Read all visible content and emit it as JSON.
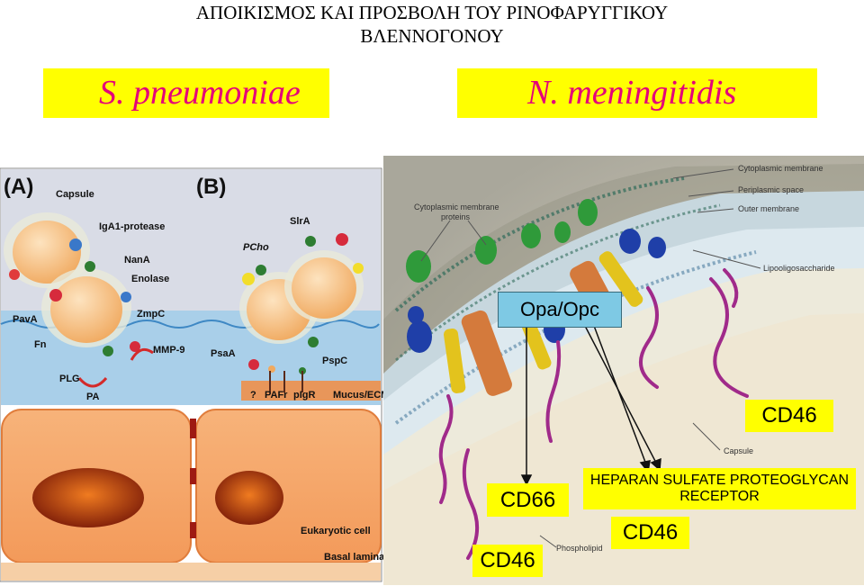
{
  "header": {
    "title_line1": "ΑΠΟΙΚΙΣΜΟΣ ΚΑΙ  ΠΡΟΣΒΟΛΗ ΤΟΥ ΡΙΝΟΦΑΡΥΓΓΙΚΟΥ",
    "title_line2": "ΒΛΕΝΝΟΓΟΝΟΥ"
  },
  "organisms": {
    "left": "S. pneumoniae",
    "right": "N. meningitidis"
  },
  "left_figure": {
    "panel_a": "(A)",
    "panel_b": "(B)",
    "labels": {
      "capsule": "Capsule",
      "iga1": "IgA1-protease",
      "nana": "NanA",
      "enolase": "Enolase",
      "zmpc": "ZmpC",
      "pava": "PavA",
      "fn": "Fn",
      "mmp9": "MMP-9",
      "plg": "PLG",
      "pa": "PA",
      "slra": "SlrA",
      "pcho": "PCho",
      "psaa": "PsaA",
      "pspc": "PspC",
      "q": "?",
      "pafr": "PAFr",
      "pigr": "pIgR",
      "mucus": "Mucus/ECM",
      "eukaryotic": "Eukaryotic cell",
      "basal": "Basal lamina"
    }
  },
  "right_figure": {
    "labels": {
      "cyto_membrane": "Cytoplasmic membrane",
      "periplasmic": "Periplasmic space",
      "outer_membrane": "Outer membrane",
      "lipooligo": "Lipooligosaccharide",
      "cyto_proteins_1": "Cytoplasmic membrane",
      "cyto_proteins_2": "proteins",
      "capsule": "Capsule",
      "phospholipid": "Phospholipid"
    },
    "callouts": {
      "opa_opc": "Opa/Opc",
      "cd46_top": "CD46",
      "cd66": "CD66",
      "hspg_1": "HEPARAN SULFATE PROTEOGLYCAN",
      "hspg_2": "RECEPTOR",
      "cd46_bottom_left": "CD46",
      "cd46_bottom_mid": "CD46"
    }
  },
  "colors": {
    "yellow_box": "#ffff00",
    "organism_text": "#e4007a",
    "opa_box": "#7ec9e4"
  }
}
